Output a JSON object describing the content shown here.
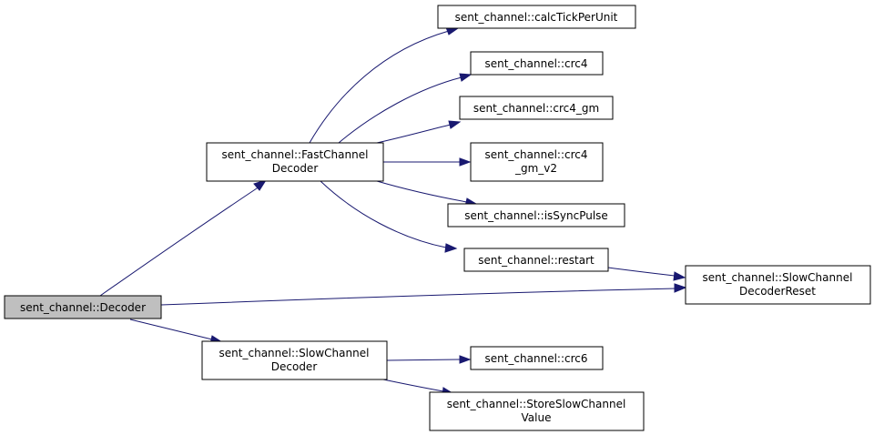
{
  "diagram": {
    "colors": {
      "edge": "#191970",
      "root_fill": "#bfbfbf",
      "node_fill": "#ffffff",
      "node_border": "#000000"
    },
    "nodes": {
      "decoder": {
        "lines": [
          "sent_channel::Decoder"
        ]
      },
      "fast_decoder": {
        "lines": [
          "sent_channel::FastChannel",
          "Decoder"
        ]
      },
      "slow_decoder": {
        "lines": [
          "sent_channel::SlowChannel",
          "Decoder"
        ]
      },
      "slow_reset": {
        "lines": [
          "sent_channel::SlowChannel",
          "DecoderReset"
        ]
      },
      "calc_tick": {
        "lines": [
          "sent_channel::calcTickPerUnit"
        ]
      },
      "crc4": {
        "lines": [
          "sent_channel::crc4"
        ]
      },
      "crc4_gm": {
        "lines": [
          "sent_channel::crc4_gm"
        ]
      },
      "crc4_gm_v2": {
        "lines": [
          "sent_channel::crc4",
          "_gm_v2"
        ]
      },
      "is_sync": {
        "lines": [
          "sent_channel::isSyncPulse"
        ]
      },
      "restart": {
        "lines": [
          "sent_channel::restart"
        ]
      },
      "crc6": {
        "lines": [
          "sent_channel::crc6"
        ]
      },
      "store_slow": {
        "lines": [
          "sent_channel::StoreSlowChannel",
          "Value"
        ]
      }
    },
    "edges": [
      {
        "from": "decoder",
        "to": "fast_decoder"
      },
      {
        "from": "decoder",
        "to": "slow_reset"
      },
      {
        "from": "decoder",
        "to": "slow_decoder"
      },
      {
        "from": "fast_decoder",
        "to": "calc_tick"
      },
      {
        "from": "fast_decoder",
        "to": "crc4"
      },
      {
        "from": "fast_decoder",
        "to": "crc4_gm"
      },
      {
        "from": "fast_decoder",
        "to": "crc4_gm_v2"
      },
      {
        "from": "fast_decoder",
        "to": "is_sync"
      },
      {
        "from": "fast_decoder",
        "to": "restart"
      },
      {
        "from": "restart",
        "to": "slow_reset"
      },
      {
        "from": "slow_decoder",
        "to": "crc6"
      },
      {
        "from": "slow_decoder",
        "to": "store_slow"
      }
    ]
  }
}
